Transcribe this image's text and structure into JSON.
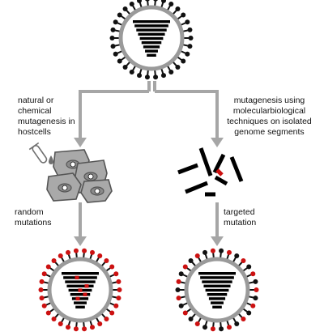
{
  "labels": {
    "left_path": "natural or\nchemical\nmutagenesis in\nhostcells",
    "right_path": "mutagenesis using\nmolecularbiological\ntechniques on isolated\ngenome segments",
    "left_result": "random\nmutations",
    "right_result": "targeted\nmutation"
  },
  "colors": {
    "virus_envelope": "#9a9a9a",
    "genome": "#000000",
    "spike": "#111111",
    "mutation": "#cc1111",
    "arrow": "#a6a6a6",
    "cell_fill": "#a9a9a9",
    "cell_stroke": "#555555",
    "test_tube": "#6f6f6f"
  }
}
